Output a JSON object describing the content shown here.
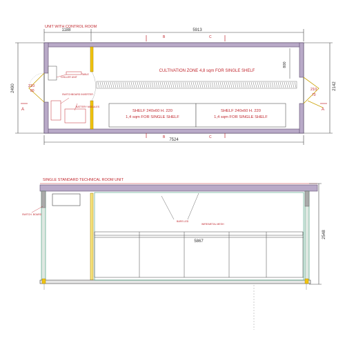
{
  "plan": {
    "title": "UNIT WITH CONTROL ROOM",
    "dim_control_room": "1188",
    "dim_cultivation": "5913",
    "dim_total_length": "7524",
    "dim_height_left": "2490",
    "dim_height_right": "2142",
    "dim_shelf_gap": "800",
    "dim_door_left_top": "210",
    "dim_door_left_bottom": "80",
    "dim_door_right_top": "210",
    "dim_door_right_bottom": "70",
    "section_a_left": "A",
    "section_a_right": "A",
    "section_b": "B",
    "section_c": "C",
    "section_b_bottom": "B",
    "section_c_bottom": "C",
    "label_table": "TABLE",
    "label_chiller": "CHILLER UNIT",
    "label_switchboard": "SWITCHBOARD INVERTER",
    "label_battery": "BATTERY MODULES",
    "cultivation_zone": "CULTIVATION ZONE 4,8 sqm FOR SINGLE SHELF",
    "shelf_left_line1": "SHELF 240x60 H. 220",
    "shelf_left_line2": "1,4 sqm FOR SINGLE SHELF",
    "shelf_right_line1": "SHELF 240x60 H. 220",
    "shelf_right_line2": "1,4 sqm FOR SINGLE SHELF"
  },
  "section": {
    "title": "SINGLE STANDARD TECHNICAL ROOM UNIT",
    "label_switchboard": "SWITCH. BOARD",
    "label_led": "BARS LED",
    "label_mesh": "WIRE/METAL MESH",
    "dim_interior_length": "5867",
    "dim_height": "2548"
  }
}
